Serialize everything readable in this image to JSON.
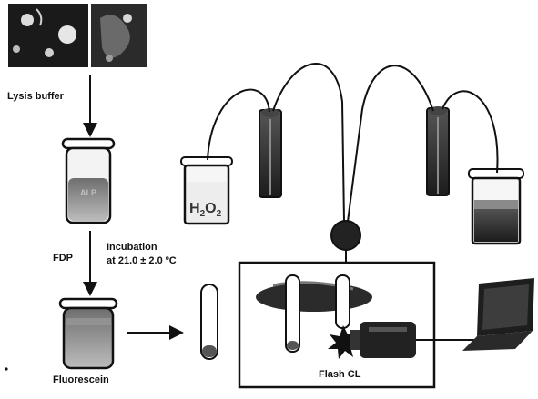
{
  "labels": {
    "lysis_buffer": "Lysis buffer",
    "fdp": "FDP",
    "incubation_line1": "Incubation",
    "incubation_line2": "at 21.0 ± 2.0 ºC",
    "fluorescein": "Fluorescein",
    "flash_cl": "Flash CL",
    "h2o2_base": "H",
    "h2o2_sub1": "2",
    "h2o2_o": "O",
    "h2o2_sub2": "2",
    "vial_text": "ALP"
  },
  "colors": {
    "ink": "#111111",
    "liquid_dark": "#2b2b2b",
    "liquid_mid": "#7a7a7a",
    "liquid_light": "#bdbdbd",
    "tube_light": "#f3f3f3"
  },
  "icons": [
    "cell-photo-icon",
    "vial-icon",
    "test-tube-icon",
    "syringe-icon",
    "pump-valve-icon",
    "detector-icon",
    "laptop-icon",
    "flash-burst-icon"
  ]
}
